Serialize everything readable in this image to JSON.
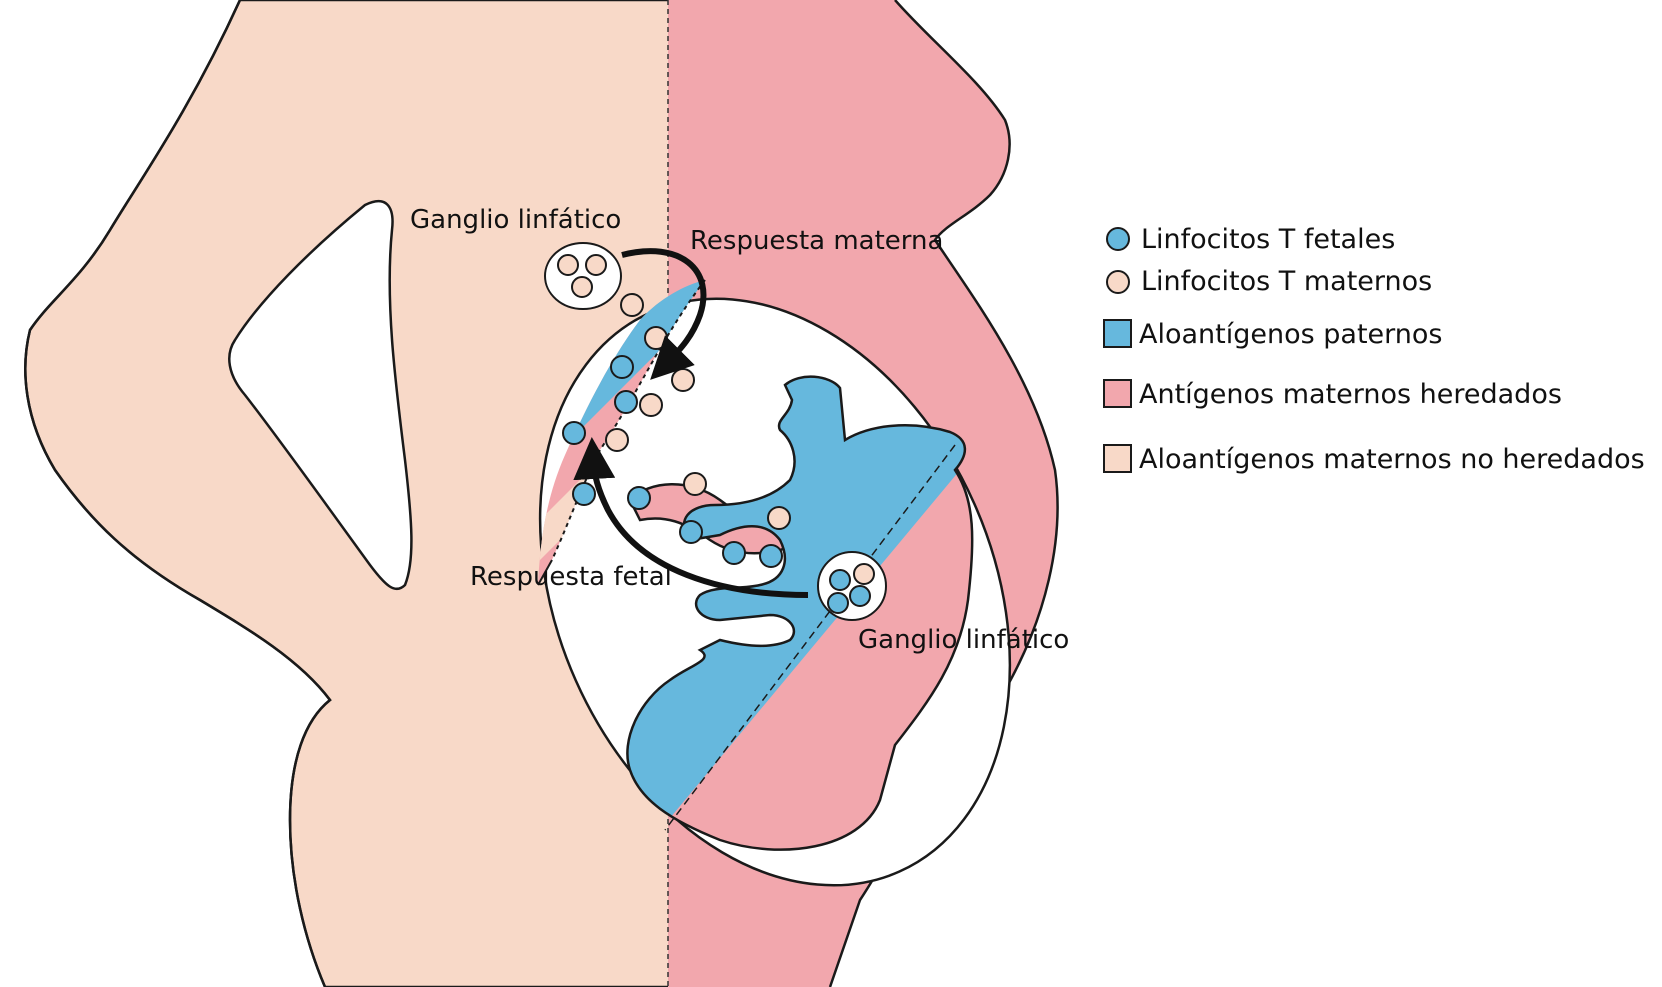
{
  "colors": {
    "peach": "#f8d9c8",
    "pink": "#f2a7ad",
    "blue": "#66b8dd",
    "outline": "#1a1a1a",
    "white": "#ffffff"
  },
  "labels": {
    "maternal_lymph_node": "Ganglio linfático",
    "maternal_response": "Respuesta materna",
    "fetal_response": "Respuesta fetal",
    "fetal_lymph_node": "Ganglio linfático"
  },
  "legend": {
    "fetal_t_cells": "Linfocitos T fetales",
    "maternal_t_cells": "Linfocitos T maternos",
    "paternal_alloantigens": "Aloantígenos paternos",
    "inherited_maternal_antigens": "Antígenos maternos heredados",
    "noninherited_maternal_alloantigens": "Aloantígenos maternos no heredados"
  },
  "icons": {
    "fetal_t_cell": "blue-circle",
    "maternal_t_cell": "peach-circle",
    "response_arrow": "curved-arrow"
  }
}
